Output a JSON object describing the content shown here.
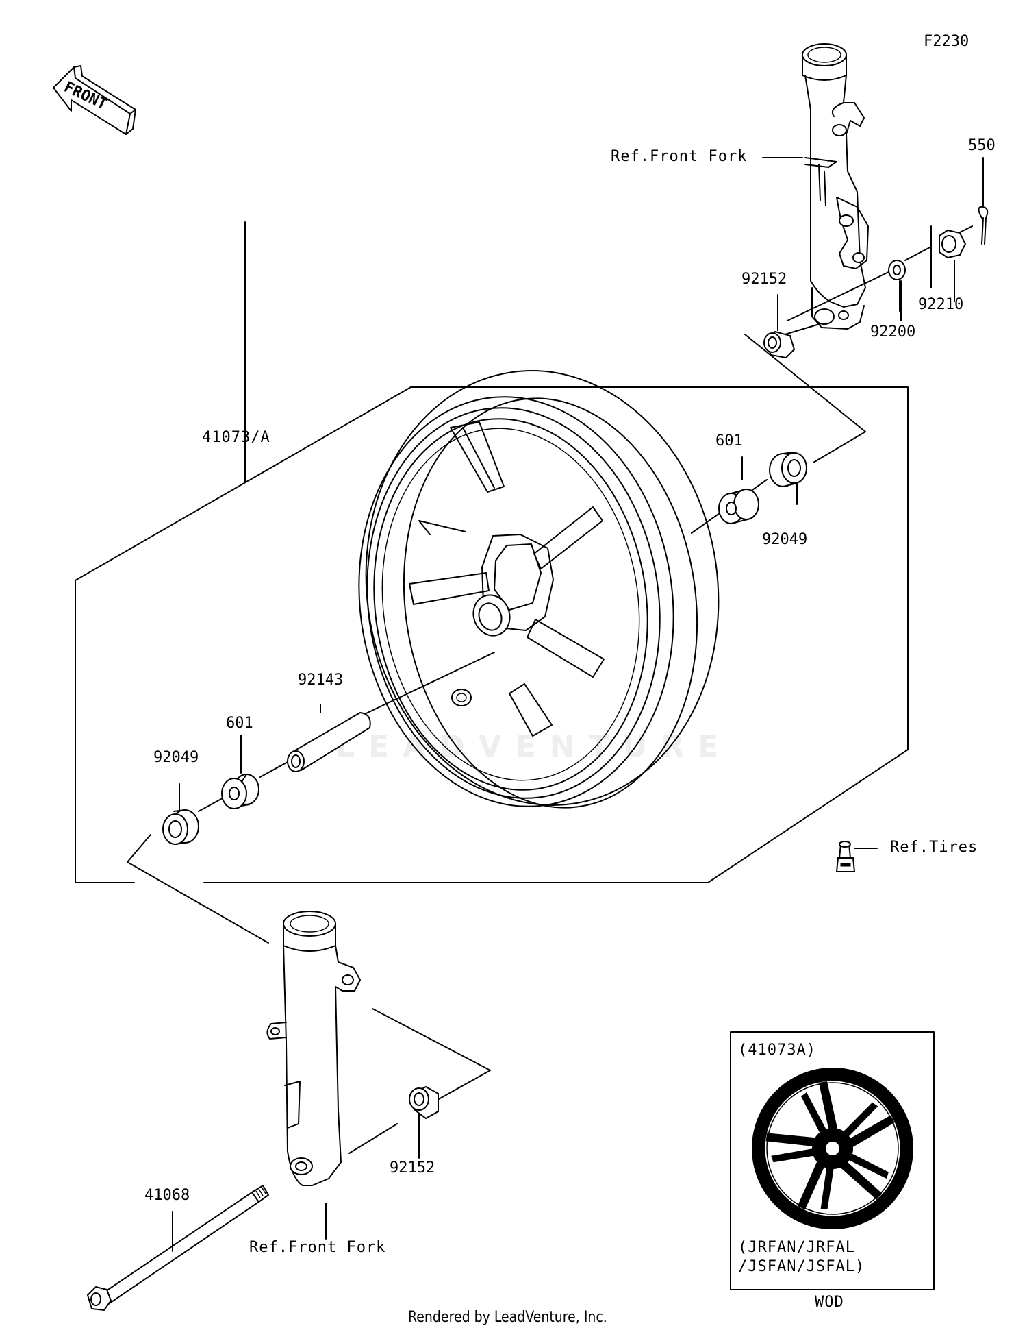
{
  "diagram_code": "F2230",
  "front_arrow_text": "FRONT",
  "labels": {
    "ref_front_fork_top": "Ref.Front Fork",
    "ref_front_fork_bottom": "Ref.Front Fork",
    "ref_tires": "Ref.Tires",
    "p550": "550",
    "p92152_top": "92152",
    "p92210": "92210",
    "p92200": "92200",
    "p41073a": "41073/A",
    "p601_right": "601",
    "p92049_right": "92049",
    "p92143": "92143",
    "p601_left": "601",
    "p92049_left": "92049",
    "p92152_bottom": "92152",
    "p41068": "41068"
  },
  "inset": {
    "title": "(41073A)",
    "models_line1": "(JRFAN/JRFAL",
    "models_line2": "/JSFAN/JSFAL)",
    "caption": "WOD"
  },
  "watermark": "LEADVENTURE",
  "footer": "Rendered by LeadVenture, Inc."
}
